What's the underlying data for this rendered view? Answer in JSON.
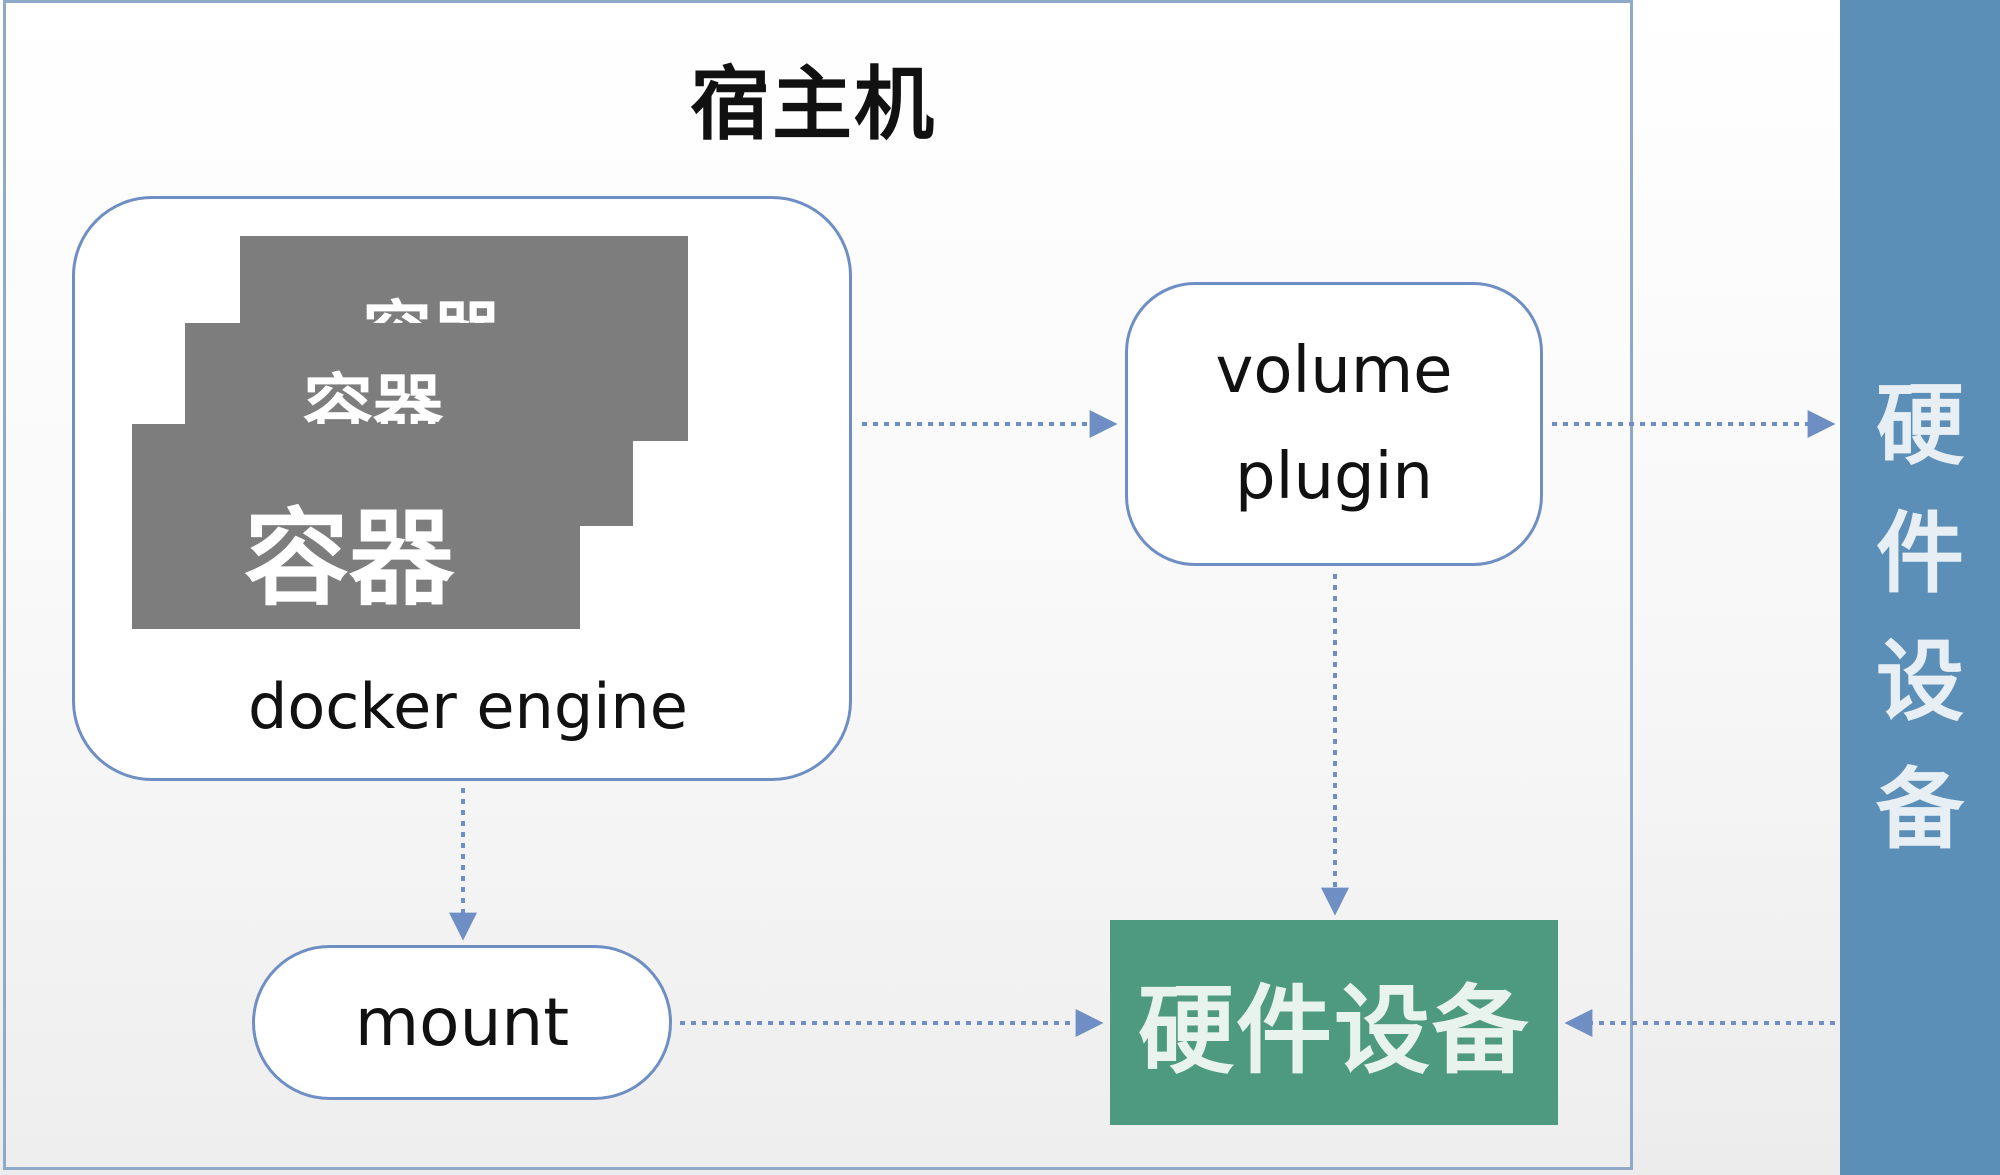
{
  "host": {
    "title": "宿主机"
  },
  "engine": {
    "label": "docker engine",
    "containers": [
      "容器",
      "容器",
      "容器"
    ]
  },
  "volume_plugin": {
    "label": "volume\nplugin"
  },
  "mount": {
    "label": "mount"
  },
  "hardware_inner": {
    "label": "硬件设备"
  },
  "hardware_side": {
    "label": "硬件设备"
  },
  "colors": {
    "border": "#6f8fc4",
    "container_fill": "#7d7d7d",
    "hardware_green": "#4e9a80",
    "hardware_blue": "#5b8fb8",
    "arrow": "#6f8fc4"
  }
}
